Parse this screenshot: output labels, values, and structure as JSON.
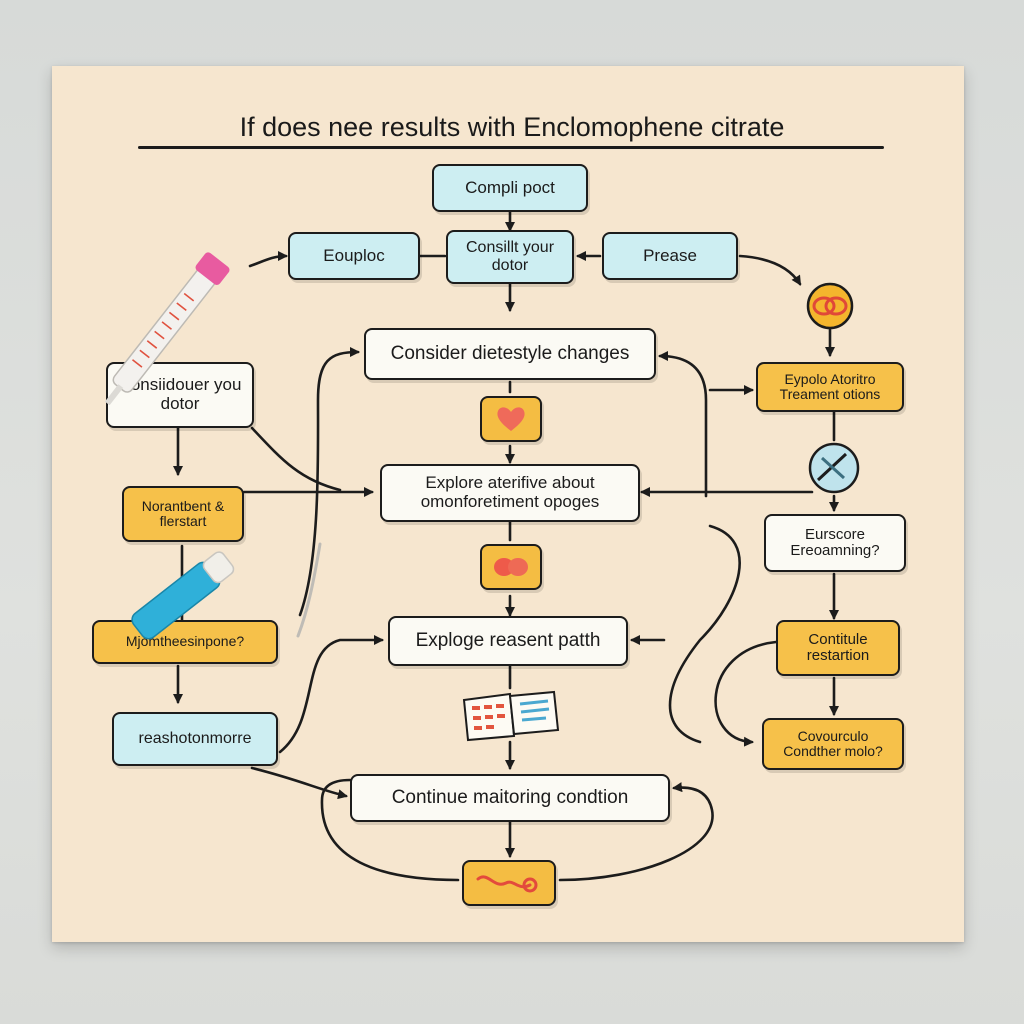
{
  "title": "If does nee results with Enclomophene citrate",
  "boxes": {
    "top": "Compli poct",
    "left_top": "Eouploc",
    "consult": "Consillt your dotor",
    "right_top": "Prease",
    "consider_lifestyle": "Consider dietestyle changes",
    "consider_doctor": "Consiidouer you dotor",
    "explore_alt": "Explore aterifive about omonforetiment opoges",
    "explore_treat": "Eypolo Atoritro Treament otions",
    "left_yellow1": "Norantbent & flerstart",
    "right_white": "Eurscore Ereoamning?",
    "left_yellow2": "Mjomtheesinpone?",
    "explore_path": "Exploge reasent patth",
    "continue_right": "Contitule restartion",
    "left_blue": "reashotonmorre",
    "consider_other": "Covourculo Condther molo?",
    "continue_monitor": "Continue maitoring condtion"
  },
  "icons": {
    "heart": "heart-icon",
    "circle": "rings-icon",
    "pill": "pill-icon",
    "papers": "papers-icon",
    "diamond": "diamond-icon",
    "syringe": "syringe-icon",
    "inhaler": "inhaler-icon",
    "bottom": "squiggle-icon"
  },
  "colors": {
    "paper": "#f6e6cf",
    "blue_box": "#cdeef2",
    "yellow_box": "#f6c14a",
    "white_box": "#fbfaf4",
    "line": "#1c1c1c"
  }
}
